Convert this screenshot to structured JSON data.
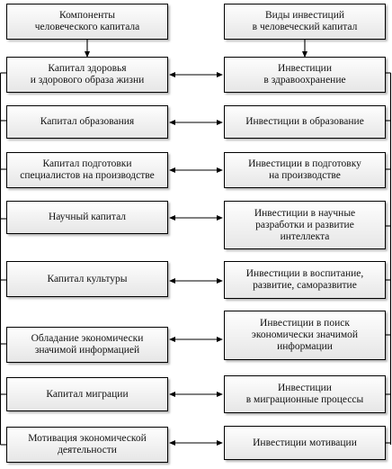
{
  "diagram": {
    "left_header": "Компоненты\nчеловеческого капитала",
    "right_header": "Виды инвестиций\nв человеческий капитал",
    "rows": [
      {
        "left": "Капитал здоровья\nи здорового образа жизни",
        "right": "Инвестиции\nв здравоохранение"
      },
      {
        "left": "Капитал образования",
        "right": "Инвестиции  в образование"
      },
      {
        "left": "Капитал подготовки\nспециалистов  на производстве",
        "right": "Инвестиции  в подготовку\nна производстве"
      },
      {
        "left": "Научный капитал",
        "right": "Инвестиции  в научные\nразработки и развитие\nинтеллекта"
      },
      {
        "left": "Капитал культуры",
        "right": "Инвестиции  в воспитание,\nразвитие,  саморазвитие"
      },
      {
        "left": "Обладание экономически\nзначимой информацией",
        "right": "Инвестиции  в поиск\nэкономически значимой\nинформации"
      },
      {
        "left": "Капитал миграции",
        "right": "Инвестиции\nв миграционные  процессы"
      },
      {
        "left": "Мотивация экономической\nдеятельности",
        "right": "Инвестиции  мотивации"
      }
    ],
    "colors": {
      "border": "#000000",
      "box_top": "#fefefe",
      "box_bottom": "#e6e6e6"
    }
  }
}
